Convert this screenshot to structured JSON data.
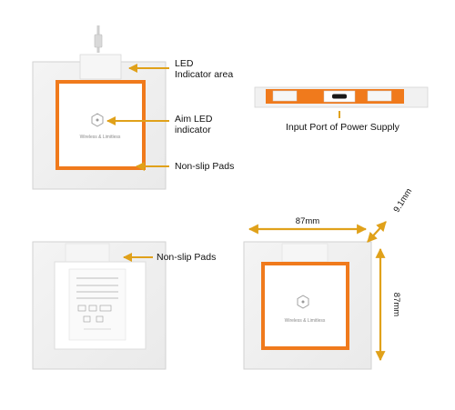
{
  "callouts": {
    "led_indicator_area_line1": "LED",
    "led_indicator_area_line2": "Indicator area",
    "aim_led_line1": "Aim LED",
    "aim_led_line2": "indicator",
    "non_slip_top": "Non-slip Pads",
    "non_slip_bottom": "Non-slip Pads",
    "input_port": "Input Port of Power Supply"
  },
  "pad": {
    "brand_text": "Wireless & Limitless",
    "accent_color": "#f07a1c",
    "arrow_color": "#e0a11a"
  },
  "dimensions": {
    "width": "87mm",
    "height": "87mm",
    "thickness": "9.1mm"
  }
}
